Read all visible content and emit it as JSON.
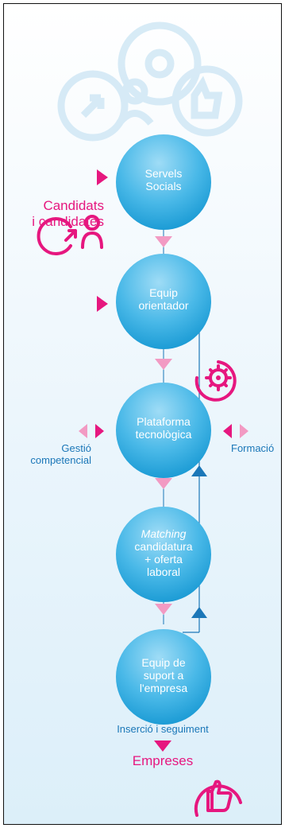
{
  "nodes": [
    {
      "line1": "Servels",
      "line2": "Socials"
    },
    {
      "line1": "Equip",
      "line2": "orientador"
    },
    {
      "line1": "Plataforma",
      "line2": "tecnològica"
    },
    {
      "line1": "Matching",
      "line2": "candidatura",
      "line3": "+ oferta",
      "line4": "laboral"
    },
    {
      "line1": "Equip de",
      "line2": "suport a",
      "line3": "l'empresa"
    }
  ],
  "labels": {
    "candidats_1": "Candidats",
    "candidats_2": "i candidates",
    "gestio_1": "Gestió",
    "gestio_2": "competencial",
    "formacio": "Formació",
    "insercio": "Inserció i seguiment",
    "empreses": "Empreses"
  },
  "icons": {
    "background": "network-circles-icon",
    "candidate": "person-arrow-icon",
    "platform": "gear-icon",
    "company": "thumbs-up-icon"
  },
  "colors": {
    "pink": "#e6177f",
    "light_pink": "#f29ac3",
    "blue": "#1b77b8",
    "node_top": "#7fd0f2",
    "node_bottom": "#1aa3dd"
  }
}
